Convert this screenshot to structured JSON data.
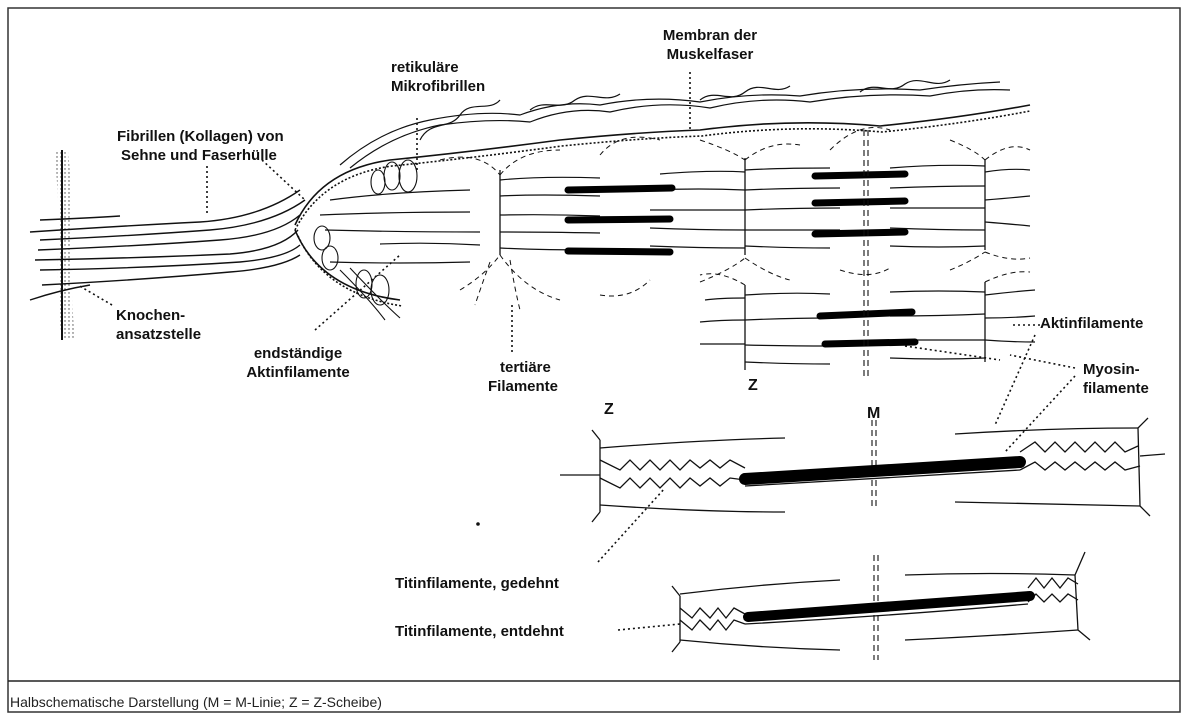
{
  "labels": {
    "membran_line1": "Membran der",
    "membran_line2": "Muskelfaser",
    "retikulaere_line1": "retikuläre",
    "retikulaere_line2": "Mikrofibrillen",
    "fibrillen_line1": "Fibrillen (Kollagen) von",
    "fibrillen_line2": "Sehne und Faserhülle",
    "knochen_line1": "Knochen-",
    "knochen_line2": "ansatzstelle",
    "endstaendige_line1": "endständige",
    "endstaendige_line2": "Aktinfilamente",
    "tertiaere_line1": "tertiäre",
    "tertiaere_line2": "Filamente",
    "z_upper": "Z",
    "z_lower": "Z",
    "m_label": "M",
    "aktinfilamente": "Aktinfilamente",
    "myosin_line1": "Myosin-",
    "myosin_line2": "filamente",
    "titin_gedehnt": "Titinfilamente, gedehnt",
    "titin_entdehnt": "Titinfilamente, entdehnt"
  },
  "caption": "Halbschematische Darstellung (M = M-Linie; Z = Z-Scheibe)",
  "colors": {
    "ink": "#111111",
    "paper": "#ffffff",
    "frame": "#333333"
  }
}
